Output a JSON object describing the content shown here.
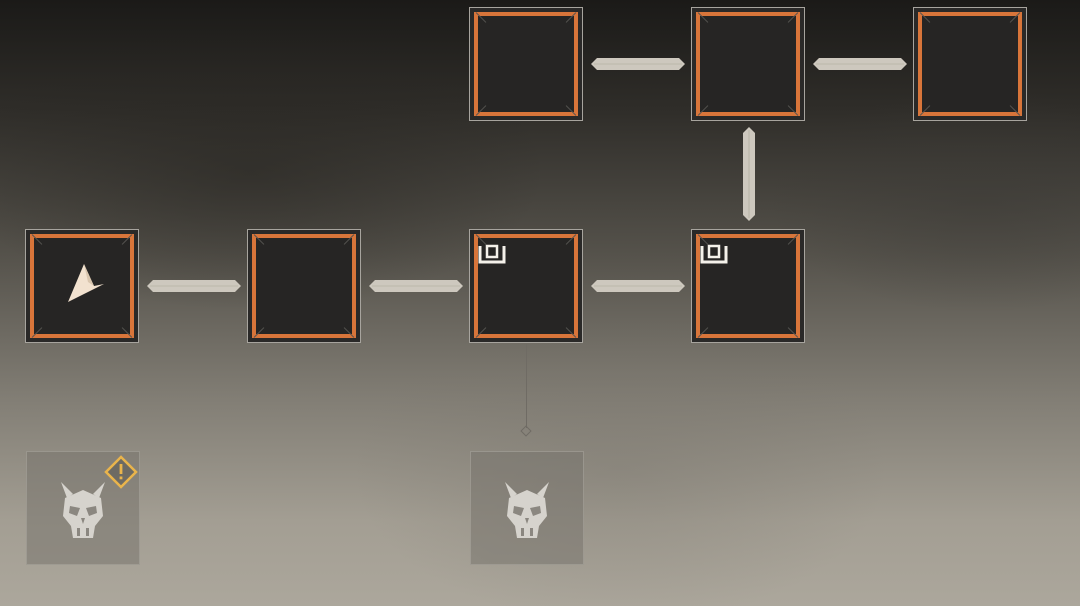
{
  "colors": {
    "tile_border": "#d8753a",
    "tile_fill": "#262524",
    "connector": "#cdc8be",
    "alert": "#e9b44c"
  },
  "tiles": [
    {
      "id": "tile-start",
      "icon": "player-arrow-icon",
      "current": true,
      "marker": false
    },
    {
      "id": "tile-2",
      "icon": "",
      "current": false,
      "marker": false
    },
    {
      "id": "tile-3",
      "icon": "bracket-marker-icon",
      "current": false,
      "marker": true
    },
    {
      "id": "tile-4",
      "icon": "bracket-marker-icon",
      "current": false,
      "marker": true
    },
    {
      "id": "tile-5",
      "icon": "",
      "current": false,
      "marker": false
    },
    {
      "id": "tile-6",
      "icon": "",
      "current": false,
      "marker": false
    },
    {
      "id": "tile-7",
      "icon": "",
      "current": false,
      "marker": false
    }
  ],
  "bosses": [
    {
      "id": "boss-1",
      "icon": "horned-skull-icon",
      "alert": true,
      "alert_icon": "warning-diamond-icon"
    },
    {
      "id": "boss-2",
      "icon": "horned-skull-icon",
      "alert": false
    }
  ]
}
